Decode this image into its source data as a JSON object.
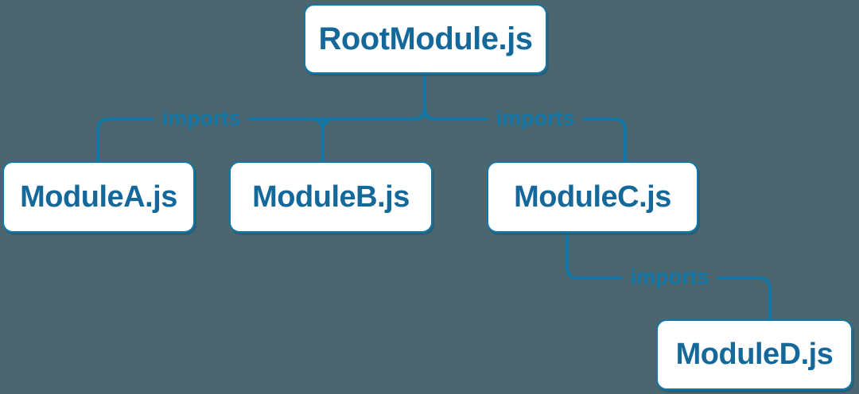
{
  "diagram": {
    "title": "module-import-tree",
    "nodes": [
      {
        "id": "root",
        "label": "RootModule.js"
      },
      {
        "id": "a",
        "label": "ModuleA.js"
      },
      {
        "id": "b",
        "label": "ModuleB.js"
      },
      {
        "id": "c",
        "label": "ModuleC.js"
      },
      {
        "id": "d",
        "label": "ModuleD.js"
      }
    ],
    "edges": [
      {
        "from": "RootModule.js",
        "to": "ModuleA.js",
        "label": "imports"
      },
      {
        "from": "RootModule.js",
        "to": "ModuleB.js",
        "label": ""
      },
      {
        "from": "RootModule.js",
        "to": "ModuleC.js",
        "label": "imports"
      },
      {
        "from": "ModuleC.js",
        "to": "ModuleD.js",
        "label": "imports"
      }
    ],
    "edge_labels": [
      {
        "text": "imports"
      },
      {
        "text": "imports"
      },
      {
        "text": "imports"
      }
    ]
  },
  "colors": {
    "bg": "#4c6670",
    "accent": "#1178a8",
    "node_fill": "#ffffff",
    "node_text": "#14699a"
  }
}
